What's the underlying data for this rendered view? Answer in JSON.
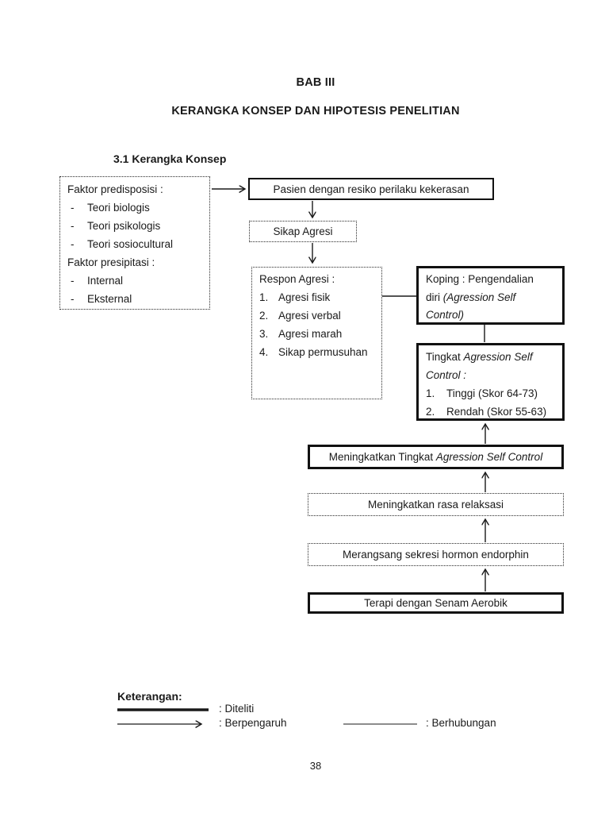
{
  "page": {
    "heading1": "BAB III",
    "heading2": "KERANGKA KONSEP DAN HIPOTESIS PENELITIAN",
    "section_title": "3.1 Kerangka Konsep",
    "page_number": "38"
  },
  "diagram": {
    "faktor_box": {
      "lines": [
        {
          "marker": "",
          "text": "Faktor predisposisi :"
        },
        {
          "marker": "-",
          "text": "Teori biologis"
        },
        {
          "marker": "-",
          "text": "Teori psikologis"
        },
        {
          "marker": "-",
          "text": "Teori sosiocultural"
        },
        {
          "marker": "",
          "text": "Faktor presipitasi :"
        },
        {
          "marker": "-",
          "text": "Internal"
        },
        {
          "marker": "-",
          "text": "Eksternal"
        }
      ]
    },
    "pasien_box": {
      "text": "Pasien dengan resiko perilaku kekerasan"
    },
    "sikap_box": {
      "text": "Sikap Agresi"
    },
    "respon_box": {
      "title": "Respon Agresi :",
      "items": [
        {
          "num": "1.",
          "text": "Agresi fisik"
        },
        {
          "num": "2.",
          "text": "Agresi verbal"
        },
        {
          "num": "3.",
          "text": "Agresi marah"
        },
        {
          "num": "4.",
          "text": "Sikap permusuhan"
        }
      ]
    },
    "koping_box": {
      "line1": "Koping : Pengendalian",
      "line2_normal": "diri ",
      "line2_italic": "(Agression Self",
      "line3_italic": "Control)"
    },
    "tingkat_box": {
      "line1_normal": "Tingkat ",
      "line1_italic": "Agression Self",
      "line2_italic": "Control :",
      "items": [
        {
          "num": "1.",
          "text": "Tinggi (Skor 64-73)"
        },
        {
          "num": "2.",
          "text": "Rendah (Skor 55-63)"
        }
      ]
    },
    "meningkatkan_box": {
      "normal": "Meningkatkan Tingkat ",
      "italic": "Agression Self Control"
    },
    "relaksasi_box": {
      "text": "Meningkatkan rasa relaksasi"
    },
    "endorphin_box": {
      "text": "Merangsang sekresi hormon endorphin"
    },
    "terapi_box": {
      "text": "Terapi dengan Senam Aerobik"
    }
  },
  "legend": {
    "title": "Keterangan:",
    "items": [
      {
        "symbol": "thick-solid-line",
        "label": ": Diteliti"
      },
      {
        "symbol": "thin-arrow-line",
        "label": ": Berpengaruh"
      },
      {
        "symbol": "thin-plain-line",
        "label": ": Berhubungan"
      }
    ]
  },
  "colors": {
    "ink": "#1a1a1a",
    "paper": "#ffffff"
  }
}
